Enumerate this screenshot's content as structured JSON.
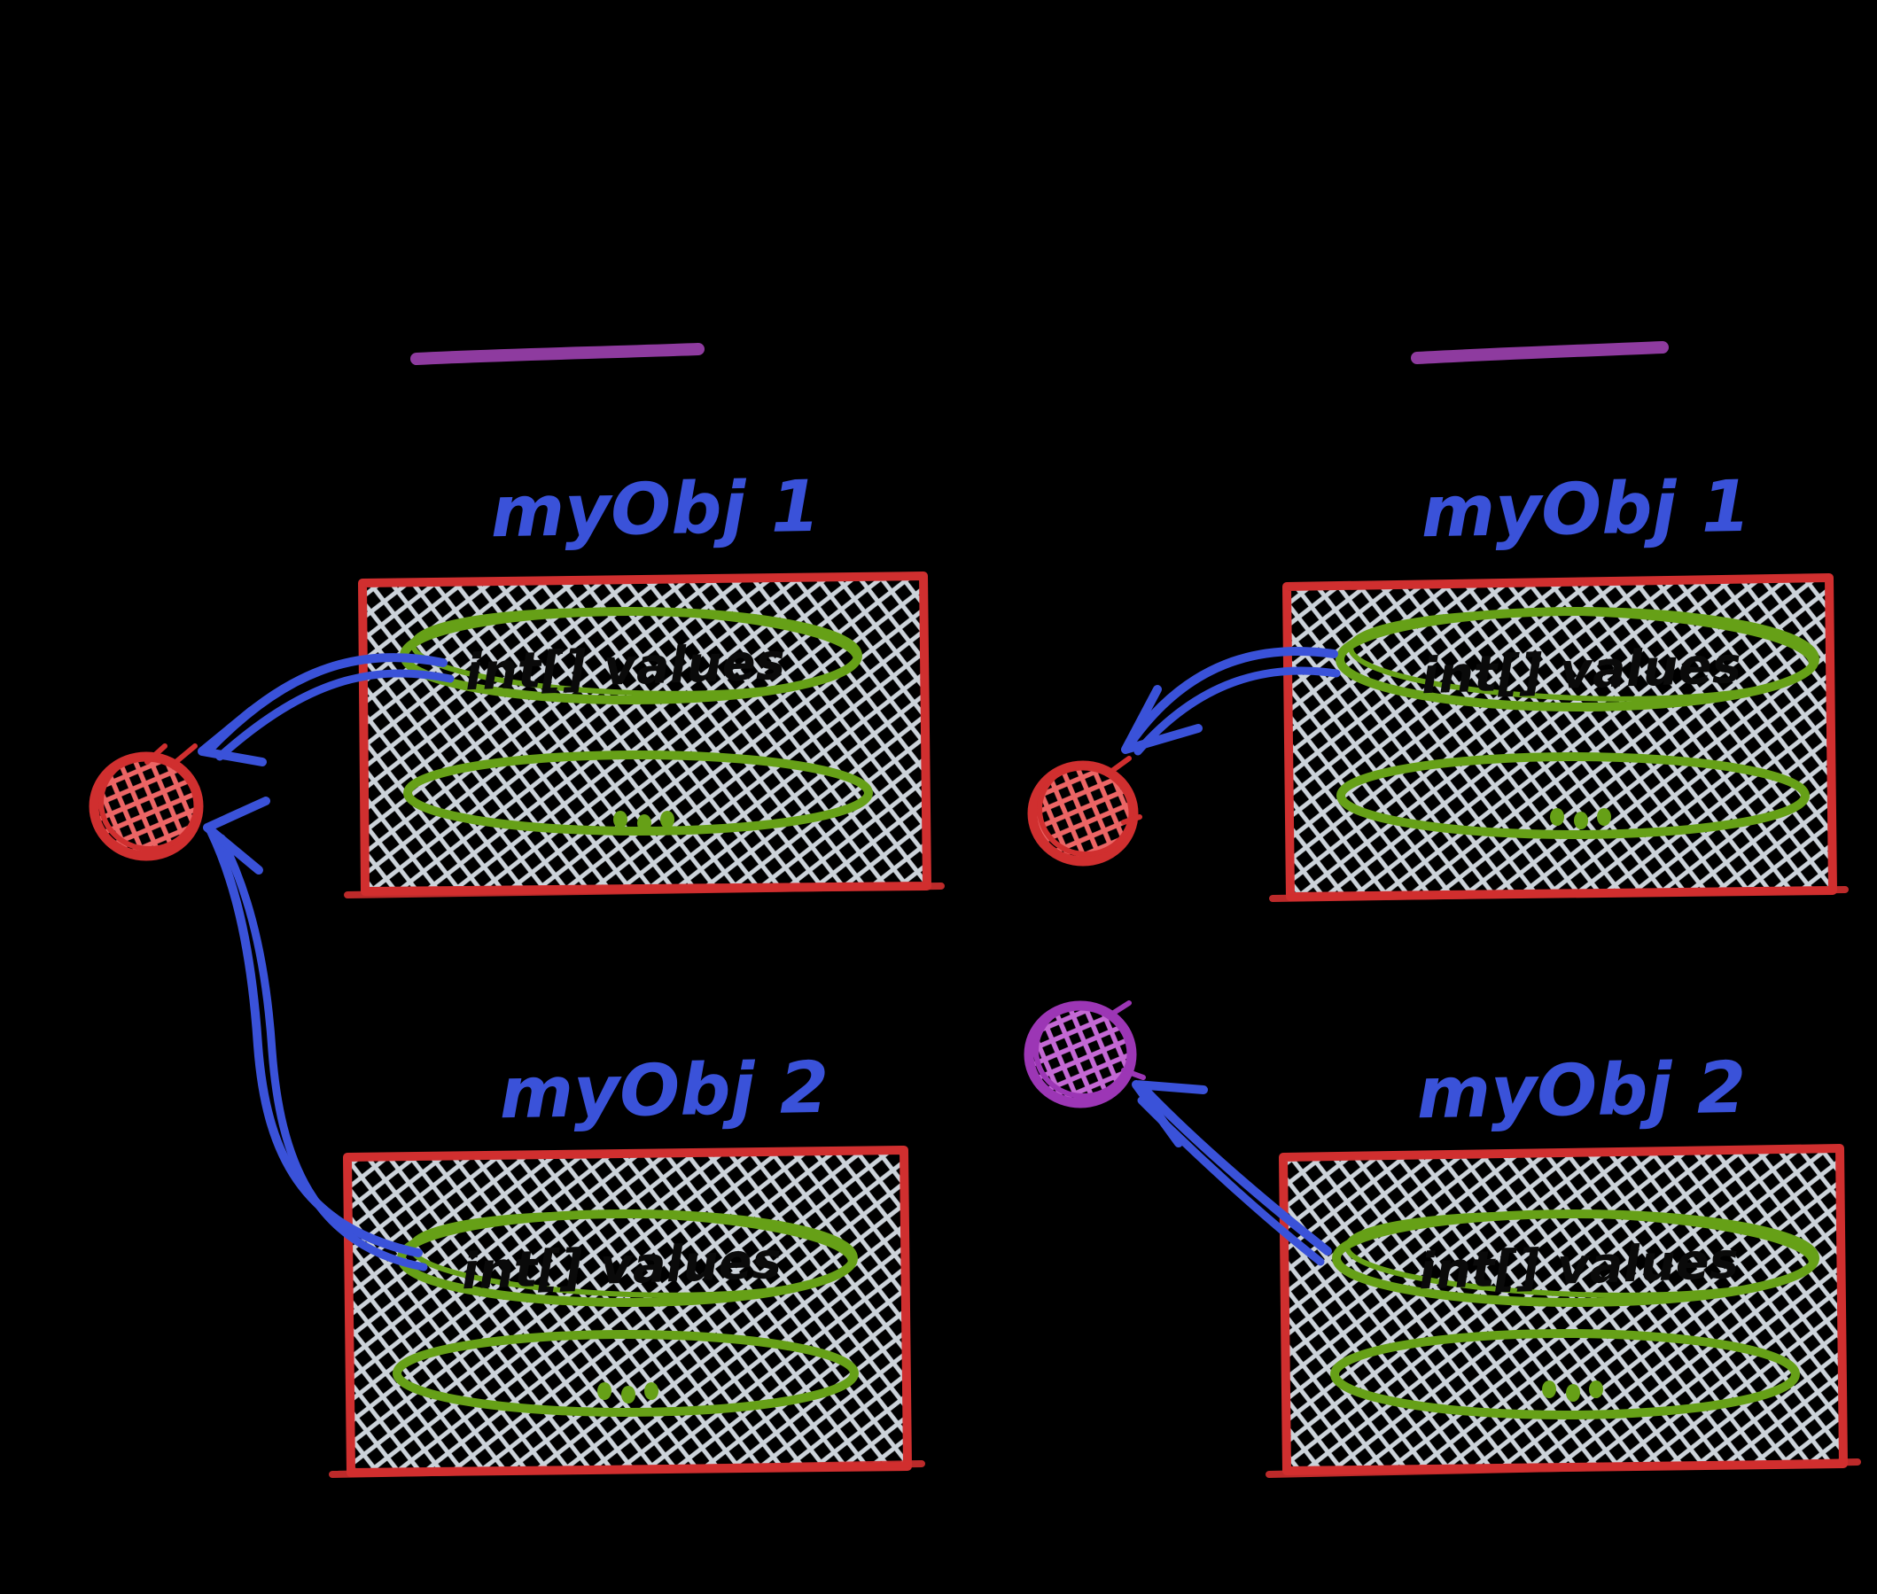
{
  "diagram_type": "hand-drawn object diagram (two side-by-side panels, titles hidden in black ink)",
  "objects": {
    "left_top": {
      "title": "myObj 1",
      "field": "int[] values",
      "ellipsis": "..."
    },
    "left_bottom": {
      "title": "myObj 2",
      "field": "int[] values",
      "ellipsis": "..."
    },
    "right_top": {
      "title": "myObj 1",
      "field": "int[] values",
      "ellipsis": "..."
    },
    "right_bottom": {
      "title": "myObj 2",
      "field": "int[] values",
      "ellipsis": "..."
    }
  },
  "markers": {
    "left_red_circle": "red crosshatched circle receiving arrows from myObj 1 and myObj 2",
    "right_red_circle": "red crosshatched circle receiving arrow from myObj 1",
    "right_purple_circle": "purple crosshatched circle receiving arrow from myObj 2"
  },
  "colors": {
    "background": "#000000",
    "box_border_red": "#d02f2f",
    "box_hatch_gray": "#ccd3da",
    "ellipse_green": "#66a017",
    "label_blue": "#3a52d9",
    "arrow_blue": "#3a52d9",
    "circle_red_outline": "#d02f2f",
    "circle_red_hatch": "#ec6565",
    "circle_purple_outline": "#9c36b5",
    "circle_purple_hatch": "#c468d4",
    "underline_purple": "#8e3b9f",
    "field_text_black": "#0a0a0a"
  }
}
